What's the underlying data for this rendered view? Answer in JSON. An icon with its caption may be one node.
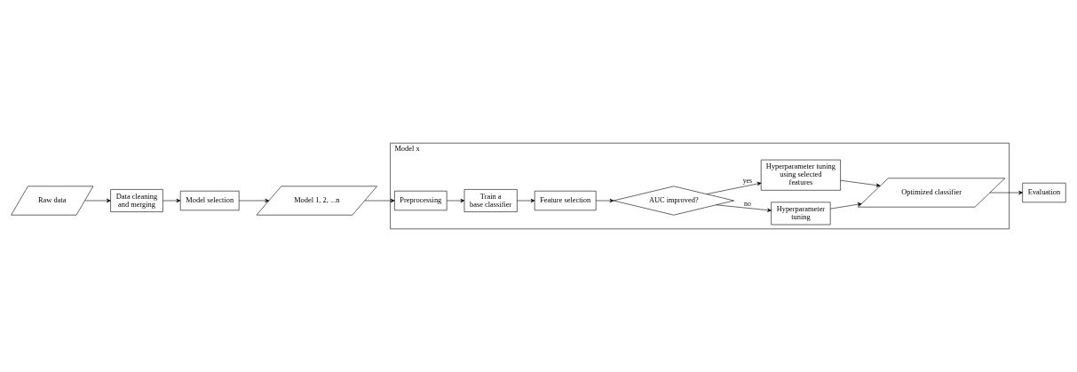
{
  "diagram": {
    "nodes": [
      {
        "text": [
          "Raw data"
        ]
      },
      {
        "text": [
          "Data cleaning and merging"
        ]
      },
      {
        "text": [
          "Model selection"
        ]
      },
      {
        "text": [
          "Model 1, 2, ...n"
        ]
      },
      {
        "text": [
          "Model x"
        ]
      },
      {
        "text": [
          "Preprocessing"
        ],
        "in": 4
      },
      {
        "text": [
          "Train a base classifier"
        ],
        "in": 4
      },
      {
        "text": [
          "Feature selection"
        ],
        "in": 4
      },
      {
        "text": [
          "AUC improved?"
        ],
        "in": 4
      },
      {
        "text": [
          "Hyperparameter tuning"
        ],
        "in": 4
      },
      {
        "text": [
          "Hyperparameter tuning using selected features"
        ],
        "in": 4
      },
      {
        "text": [
          "Optimized classifier"
        ],
        "in": 4
      },
      {
        "text": [
          "Evaluation"
        ]
      }
    ],
    "edges": [
      {
        "from": 0,
        "to": 1,
        "arrow": "to"
      },
      {
        "from": 1,
        "to": 2,
        "arrow": "to"
      },
      {
        "from": 2,
        "to": 3,
        "arrow": "to"
      },
      {
        "from": 3,
        "to": 5,
        "arrow": "to"
      },
      {
        "from": 5,
        "to": 6,
        "arrow": "to"
      },
      {
        "from": 6,
        "to": 7,
        "arrow": "to"
      },
      {
        "from": 7,
        "to": 8,
        "arrow": "to"
      },
      {
        "from": 8,
        "to": 9,
        "arrow": "to",
        "label": "no"
      },
      {
        "from": 8,
        "to": 10,
        "arrow": "to",
        "label": "yes"
      },
      {
        "from": 9,
        "to": 11,
        "arrow": "to"
      },
      {
        "from": 10,
        "to": 11,
        "arrow": "to"
      },
      {
        "from": 11,
        "to": 12,
        "arrow": "to"
      }
    ]
  }
}
